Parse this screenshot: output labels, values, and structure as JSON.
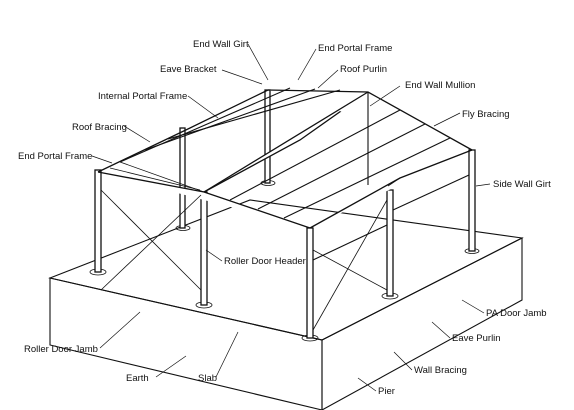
{
  "labels": {
    "end_wall_girt": "End Wall Girt",
    "end_portal_frame_top": "End Portal Frame",
    "eave_bracket": "Eave Bracket",
    "roof_purlin": "Roof Purlin",
    "internal_portal_frame": "Internal Portal Frame",
    "end_wall_mullion": "End Wall Mullion",
    "fly_bracing": "Fly Bracing",
    "roof_bracing": "Roof Bracing",
    "end_portal_frame_left": "End Portal Frame",
    "side_wall_girt": "Side Wall Girt",
    "roller_door_header": "Roller Door Header",
    "pa_door_jamb": "PA Door Jamb",
    "eave_purlin": "Eave Purlin",
    "roller_door_jamb": "Roller Door Jamb",
    "wall_bracing": "Wall Bracing",
    "earth": "Earth",
    "slab": "Slab",
    "pier": "Pier"
  },
  "colors": {
    "line": "#111111",
    "background": "#ffffff",
    "hatch": "#555555"
  }
}
